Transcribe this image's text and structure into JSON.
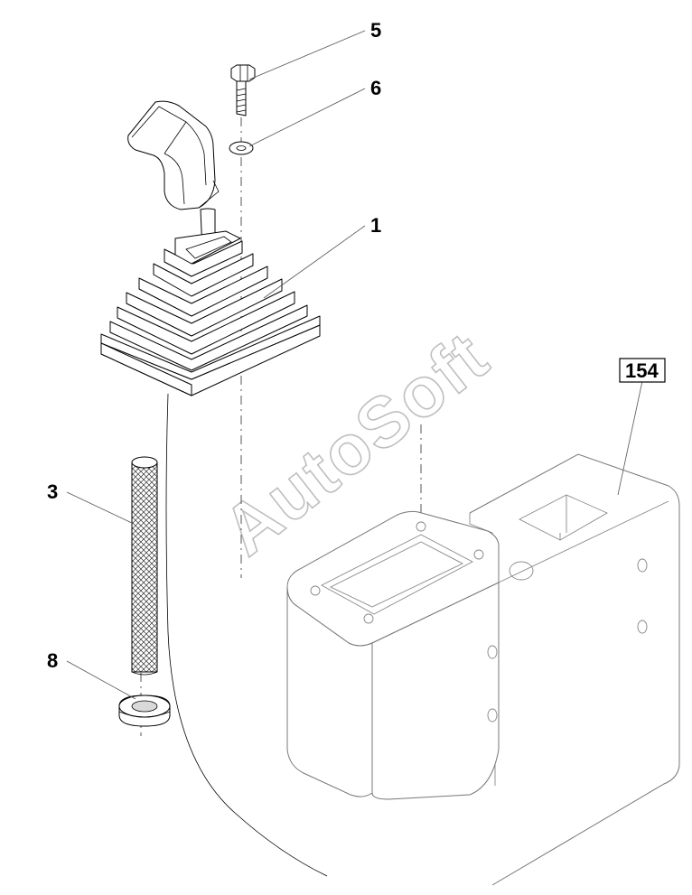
{
  "diagram": {
    "callouts": [
      {
        "id": "label-5",
        "text": "5"
      },
      {
        "id": "label-6",
        "text": "6"
      },
      {
        "id": "label-1",
        "text": "1"
      },
      {
        "id": "label-3",
        "text": "3"
      },
      {
        "id": "label-8",
        "text": "8"
      },
      {
        "id": "label-154",
        "text": "154"
      }
    ],
    "watermark": "AutoSoft"
  }
}
